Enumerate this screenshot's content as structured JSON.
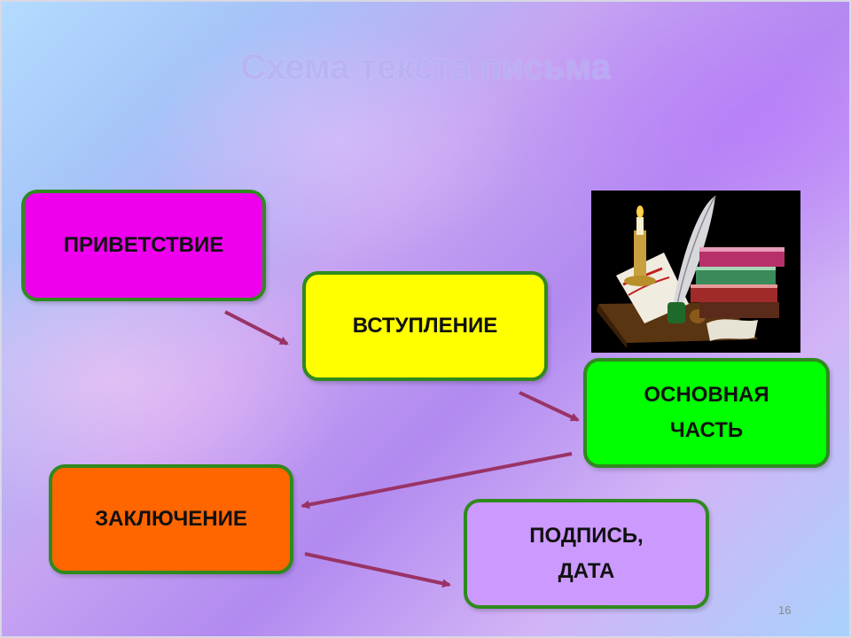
{
  "slide": {
    "title": "Схема текста письма",
    "page_number": "16"
  },
  "boxes": {
    "greeting": "ПРИВЕТСТВИЕ",
    "introduction": "ВСТУПЛЕНИЕ",
    "main_part": "ОСНОВНАЯ\nЧАСТЬ",
    "conclusion": "ЗАКЛЮЧЕНИЕ",
    "signature_date": "ПОДПИСЬ,\nДАТА"
  },
  "colors": {
    "greeting": "#ee00ee",
    "introduction": "#ffff00",
    "main_part": "#00ff00",
    "conclusion": "#ff6600",
    "signature_date": "#cc99ff",
    "box_border": "#2f8a1e",
    "arrow": "#993366"
  },
  "decorations": {
    "picture": "books-quill-candle-clipart"
  }
}
